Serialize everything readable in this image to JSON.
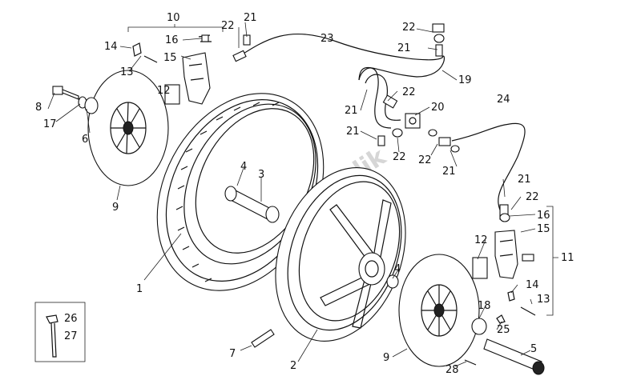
{
  "watermark": "PartsRepublik",
  "callouts": {
    "c1": "1",
    "c2": "2",
    "c3": "3",
    "c4a": "4",
    "c4b": "4",
    "c5": "5",
    "c6": "6",
    "c7": "7",
    "c8": "8",
    "c9a": "9",
    "c9b": "9",
    "c10": "10",
    "c11": "11",
    "c12a": "12",
    "c12b": "12",
    "c13a": "13",
    "c13b": "13",
    "c14a": "14",
    "c14b": "14",
    "c15a": "15",
    "c15b": "15",
    "c16a": "16",
    "c16b": "16",
    "c17": "17",
    "c18": "18",
    "c19": "19",
    "c20": "20",
    "c21a": "21",
    "c21b": "21",
    "c21c": "21",
    "c21d": "21",
    "c21e": "21",
    "c21f": "21",
    "c22a": "22",
    "c22b": "22",
    "c22c": "22",
    "c22d": "22",
    "c22e": "22",
    "c22f": "22",
    "c23": "23",
    "c24": "24",
    "c25": "25",
    "c26": "26",
    "c27": "27",
    "c28": "28"
  }
}
